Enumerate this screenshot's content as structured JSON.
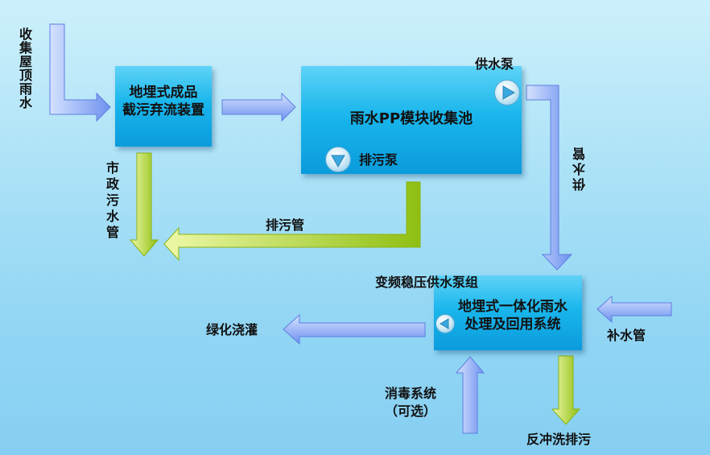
{
  "labels": {
    "roof_rainwater": "收集屋顶雨水",
    "interception_device_line1": "地埋式成品",
    "interception_device_line2": "截污弃流装置",
    "collection_pool": "雨水PP模块收集池",
    "supply_pump": "供水泵",
    "sewage_pump": "排污泵",
    "municipal_sewer": "市政污水管",
    "sewage_pipe": "排污管",
    "supply_pipe": "供水管",
    "booster_pump_group": "变频稳压供水泵组",
    "treatment_system_line1": "地埋式一体化雨水",
    "treatment_system_line2": "处理及回用系统",
    "makeup_pipe": "补水管",
    "green_irrigation": "绿化浇灌",
    "disinfection_line1": "消毒系统",
    "disinfection_line2": "（可选）",
    "backwash_drain": "反冲洗排污"
  },
  "colors": {
    "box_top": "#5fd3f7",
    "box_bottom": "#0a9bdc",
    "blue_arrow_light": "#c2d4fb",
    "blue_arrow_dark": "#6c8ff0",
    "green_arrow_light": "#e6f59a",
    "green_arrow_dark": "#93c216"
  }
}
